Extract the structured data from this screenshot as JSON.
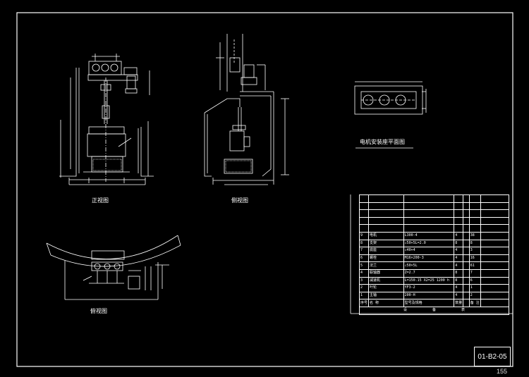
{
  "views": {
    "front_title": "正视图",
    "side_title": "侧视图",
    "plan_title": "俯视图",
    "detail_title": "电机安装座平面图"
  },
  "title_block": {
    "drawing_code": "01-B2-05",
    "sheet_number": "155"
  },
  "bom": {
    "rows": [
      {
        "no": "",
        "name": "",
        "spec": "",
        "qty": "",
        "mat": "",
        "note": ""
      },
      {
        "no": "",
        "name": "",
        "spec": "",
        "qty": "",
        "mat": "",
        "note": ""
      },
      {
        "no": "",
        "name": "",
        "spec": "",
        "qty": "",
        "mat": "",
        "note": ""
      },
      {
        "no": "",
        "name": "",
        "spec": "",
        "qty": "",
        "mat": "",
        "note": ""
      },
      {
        "no": "",
        "name": "",
        "spec": "",
        "qty": "",
        "mat": "",
        "note": ""
      },
      {
        "no": "9",
        "name": "电机",
        "spec": "L300-4",
        "qty": "4",
        "mat": "",
        "note": "38"
      },
      {
        "no": "8",
        "name": "支架",
        "spec": "∠50×5L=2.0",
        "qty": "8",
        "mat": "",
        "note": "8"
      },
      {
        "no": "7",
        "name": "底座",
        "spec": "∠40×4",
        "qty": "4",
        "mat": "",
        "note": "3"
      },
      {
        "no": "6",
        "name": "螺栓",
        "spec": "M16×200-3",
        "qty": "4",
        "mat": "",
        "note": "16"
      },
      {
        "no": "5",
        "name": "法兰",
        "spec": "∠50×5L",
        "qty": "4",
        "mat": "",
        "note": "61"
      },
      {
        "no": "4",
        "name": "联轴器",
        "spec": "Z=2.7",
        "qty": "8",
        "mat": "",
        "note": "7"
      },
      {
        "no": "3",
        "name": "减速机",
        "spec": "L=150.15 X2=25 1200 h",
        "qty": "8",
        "mat": "",
        "note": "6"
      },
      {
        "no": "2",
        "name": "叶轮",
        "spec": "YF3-2",
        "qty": "4",
        "mat": "",
        "note": "1"
      },
      {
        "no": "1",
        "name": "主轴",
        "spec": "200-H",
        "qty": "4",
        "mat": "",
        "note": "2"
      }
    ],
    "header": {
      "no": "序号",
      "name": "名 称",
      "spec": "型号及规格",
      "qty": "数量",
      "mat": "",
      "note": "备 注"
    },
    "footer": [
      "设",
      "备",
      "表"
    ]
  }
}
